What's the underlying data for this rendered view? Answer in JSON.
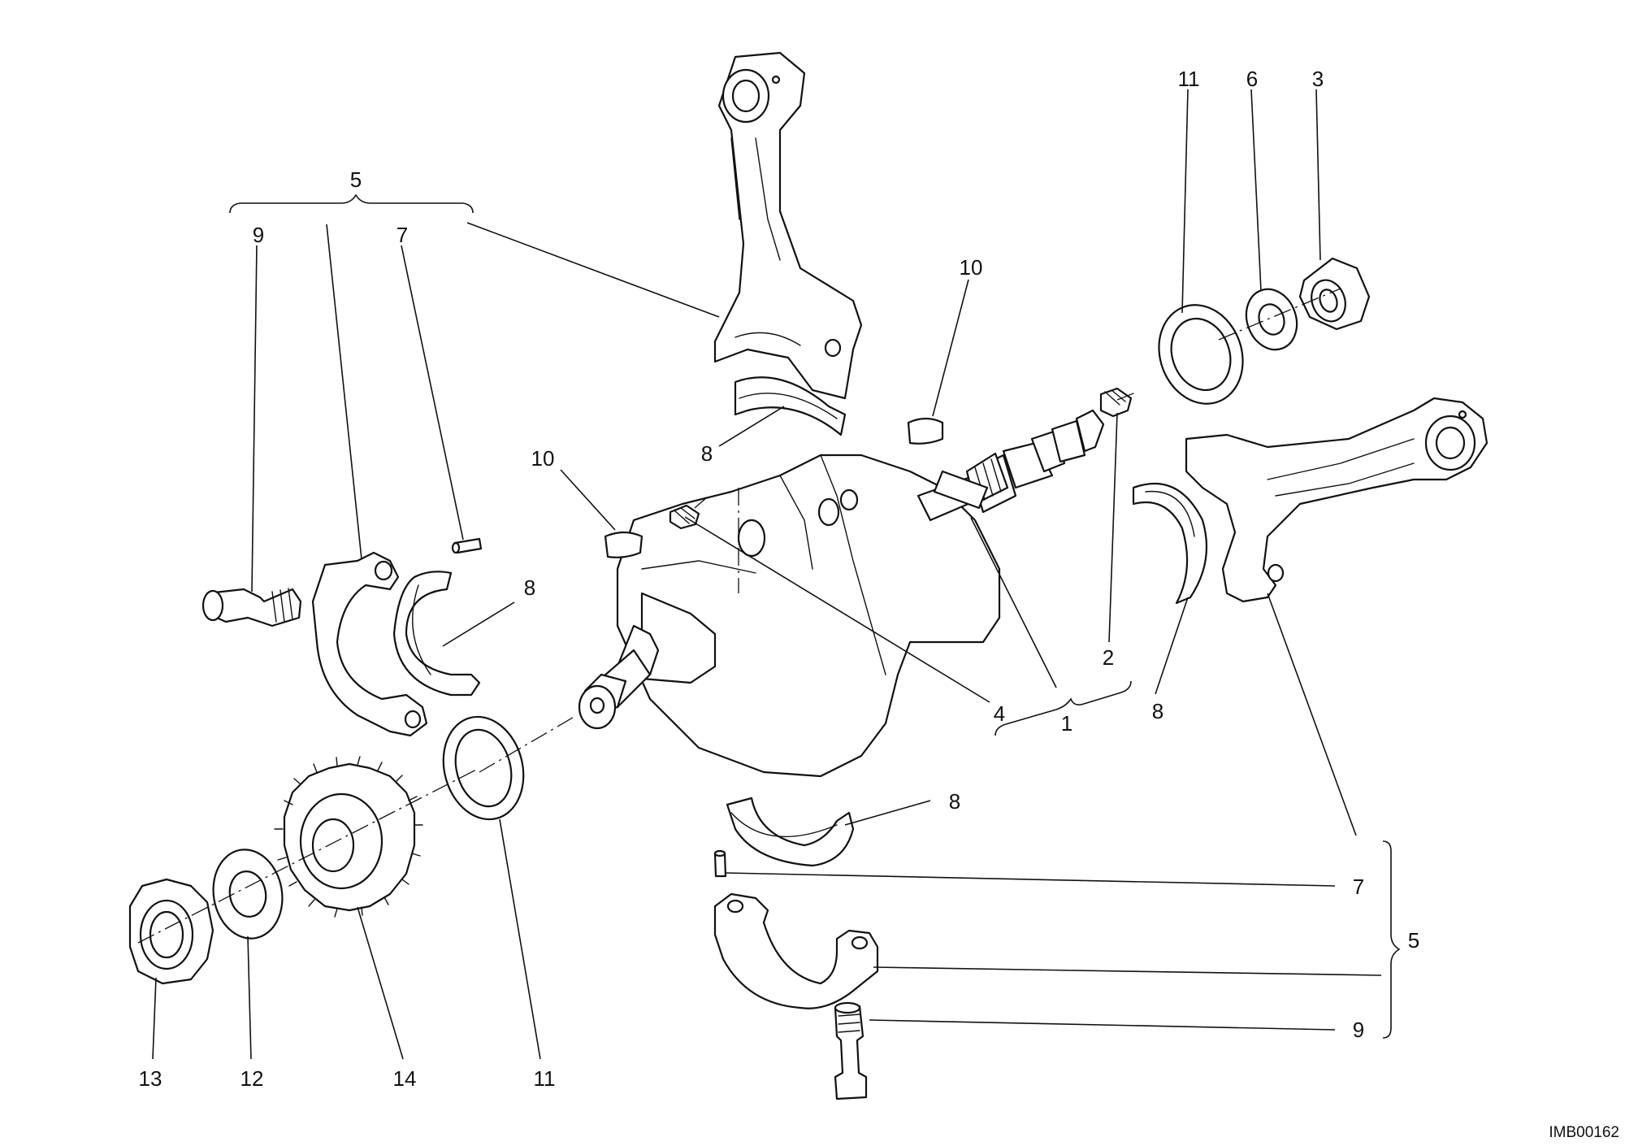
{
  "callouts": [
    {
      "id": "top-5",
      "text": "5"
    },
    {
      "id": "top-9",
      "text": "9"
    },
    {
      "id": "top-7",
      "text": "7"
    },
    {
      "id": "top-10-right",
      "text": "10"
    },
    {
      "id": "top-11",
      "text": "11"
    },
    {
      "id": "top-6",
      "text": "6"
    },
    {
      "id": "top-3",
      "text": "3"
    },
    {
      "id": "mid-10-left",
      "text": "10"
    },
    {
      "id": "mid-8-upper",
      "text": "8"
    },
    {
      "id": "mid-8-left",
      "text": "8"
    },
    {
      "id": "mid-2",
      "text": "2"
    },
    {
      "id": "mid-4",
      "text": "4"
    },
    {
      "id": "mid-1",
      "text": "1"
    },
    {
      "id": "mid-8-right",
      "text": "8"
    },
    {
      "id": "low-8",
      "text": "8"
    },
    {
      "id": "low-7",
      "text": "7"
    },
    {
      "id": "low-5",
      "text": "5"
    },
    {
      "id": "low-9",
      "text": "9"
    },
    {
      "id": "bot-13",
      "text": "13"
    },
    {
      "id": "bot-12",
      "text": "12"
    },
    {
      "id": "bot-14",
      "text": "14"
    },
    {
      "id": "bot-11",
      "text": "11"
    }
  ],
  "drawing_code": "IMB00162"
}
